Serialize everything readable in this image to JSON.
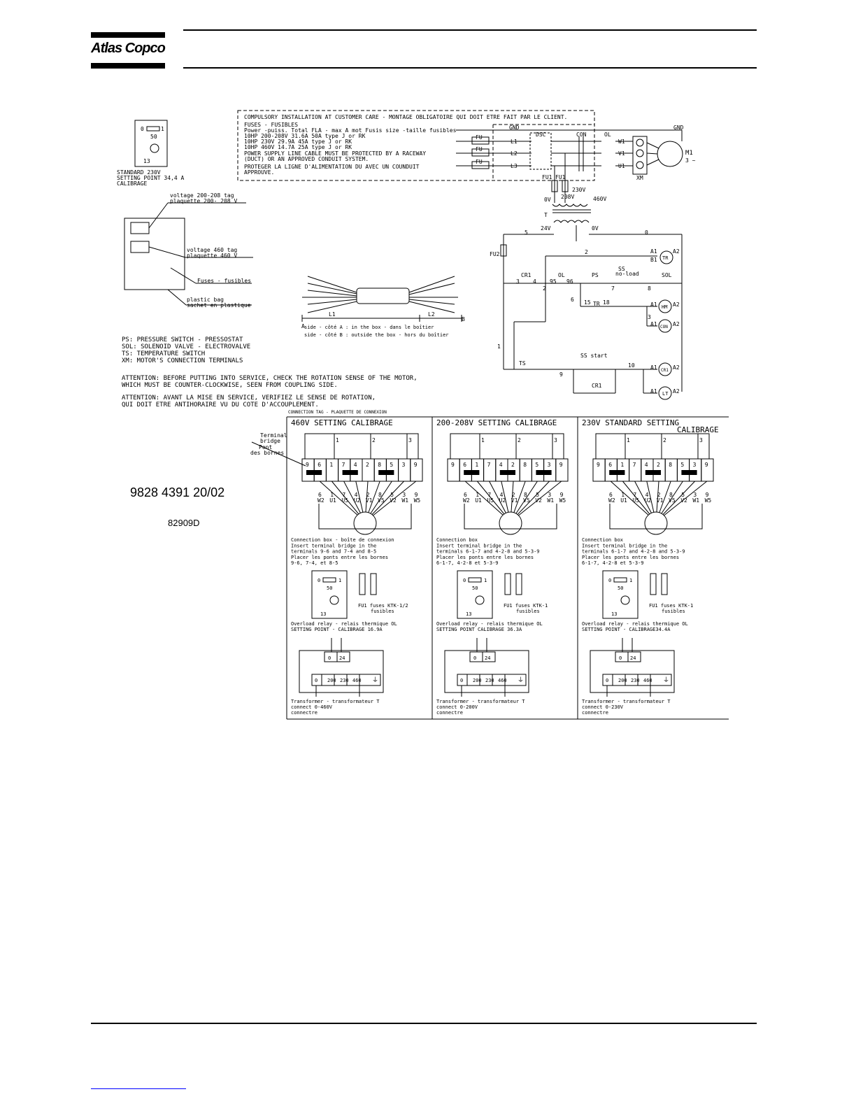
{
  "header": {
    "logo_text": "Atlas Copco"
  },
  "compulsory_box": {
    "lines": [
      "COMPULSORY INSTALLATION AT CUSTOMER CARE - MONTAGE OBLIGATOIRE QUI DOIT ETRE FAIT PAR LE CLIENT.",
      "FUSES - FUSIBLES",
      "Power -puiss.  Total FLA - max A mot      Fusis size -taille fusibles",
      "10HP  200-208V  31.6A                  50A  type  J  or  RK",
      "10HP    230V    29.9A                  45A  type  J  or  RK",
      "10HP    460V    14.7A                  25A  type  J  or  RK",
      "POWER SUPPLY LINE CABLE MUST BE PROTECTED BY A RACEWAY",
      "(DUCT) OR AN APPROVED CONDUIT SYSTEM.",
      "PROTEGER LA LIGNE D'ALIMENTATION DU AVEC UN COUNDUIT",
      "APPROUVE."
    ]
  },
  "relay_standard": [
    "STANDARD 230V",
    "SETTING POINT 34,4 A",
    "CALIBRAGE"
  ],
  "box_labels": {
    "tag200": [
      "voltage 200-208 tag",
      "plaquette 200- 208 V"
    ],
    "tag460": [
      "voltage 460 tag",
      "plaquette 460  V"
    ],
    "fuses": "Fuses - fusibles",
    "bag": [
      "plastic bag",
      "sachet en plastique"
    ]
  },
  "cable": {
    "l1": "L1",
    "l2": "L2",
    "a": "A",
    "b": "B",
    "side_a": "side - côté  A : in the box - dans le boîtier",
    "side_b": "side - côté  B : outside  the box -  hors du boîtier"
  },
  "legend": [
    "PS: PRESSURE SWITCH - PRESSOSTAT",
    "SOL: SOLENOID VALVE - ELECTROVALVE",
    "TS: TEMPERATURE SWITCH",
    "XM: MOTOR'S CONNECTION TERMINALS"
  ],
  "attention": [
    "ATTENTION:  BEFORE PUTTING INTO SERVICE, CHECK THE ROTATION SENSE OF THE MOTOR,",
    "WHICH MUST BE COUNTER-CLOCKWISE, SEEN FROM COUPLING SIDE.",
    "ATTENTION:  AVANT LA MISE EN SERVICE, VERIFIEZ  LE SENSE DE ROTATION,",
    "QUI DOIT ETRE ANTIHORAIRE VU DU COTE D'ACCOUPLEMENT."
  ],
  "schematic": {
    "gnd": "GND",
    "dsc": "DSC",
    "con": "CON",
    "ol": "OL",
    "fu": "FU",
    "l1": "L1",
    "l2": "L2",
    "l3": "L3",
    "w1": "W1",
    "v1": "V1",
    "u1": "U1",
    "xm": "XM",
    "m1": "M1",
    "m1_sub": "3 ~",
    "fu1": "FU1",
    "fu2": "FU2",
    "v230": "230V",
    "v208": "208V",
    "v0": "0V",
    "v460": "460V",
    "t": "T",
    "v24": "24V",
    "v0b": "0V",
    "n5": "5",
    "n0": "0",
    "n2": "2",
    "n3": "3",
    "n4": "4",
    "n6": "6",
    "n1": "1",
    "cr1": "CR1",
    "ps": "PS",
    "ss": "SS",
    "noload": "no-load",
    "sol": "SOL",
    "tr": "TR",
    "hm": "HM",
    "con_coil": "CON",
    "cr1_coil": "CR1",
    "lt": "LT",
    "ts": "TS",
    "ss_start": "SS start",
    "a1": "A1",
    "a2": "A2",
    "b1": "B1",
    "c95": "95",
    "c96": "96",
    "c15": "15",
    "c18": "18",
    "c7": "7",
    "c8": "8",
    "c9": "9",
    "c10": "10"
  },
  "connection_tag": "CONNECTION TAG - PLAQUETTE DE CONNEXION",
  "terminal_bridge": [
    "Terminal",
    "bridge",
    "Pont",
    "des bornes"
  ],
  "panels": [
    {
      "title": "460V  SETTING   CALIBRAGE",
      "terminals": [
        "9",
        "6",
        "1",
        "7",
        "4",
        "2",
        "8",
        "5",
        "3",
        "9"
      ],
      "wires": [
        "6 W2",
        "1 U1",
        "7 U5",
        "4 U2",
        "2 V1",
        "8 V5",
        "5 V2",
        "3 W1",
        "9 W5"
      ],
      "conn_text": [
        "Connection box - boîte de connexion",
        "Insert terminal bridge in the",
        "terminals 9-6 and 7-4 and 8-5",
        "Placer les ponts entre les bornes",
        "9-6, 7-4, et 8-5"
      ],
      "fuse_text": [
        "FU1 fuses KTK-1/2",
        "fusibles"
      ],
      "ol_text": [
        "Overload relay - relais thermique OL",
        "SETTING POINT - CALIBRAGE 16.9A"
      ],
      "tr_text": [
        "Transformer - transformateur T",
        "connect 0-460V",
        "connectre"
      ]
    },
    {
      "title": "200-208V  SETTING CALIBRAGE",
      "terminals": [
        "9",
        "6",
        "1",
        "7",
        "4",
        "2",
        "8",
        "5",
        "3",
        "9"
      ],
      "wires": [
        "6 W2",
        "1 U1",
        "7 U5",
        "4 U2",
        "2 V1",
        "8 V5",
        "5 V2",
        "3 W1",
        "9 W5"
      ],
      "conn_text": [
        "Connection box",
        "Insert terminal bridge in the",
        "terminals 6-1-7 and 4-2-8 and 5-3-9",
        "Placer les ponts entre les bornes",
        "6-1-7, 4-2-8 et 5-3-9"
      ],
      "fuse_text": [
        "FU1 fuses KTK-1",
        "fusibles"
      ],
      "ol_text": [
        "Overload relay - relais thermique OL",
        "SETTING POINT CALIBRAGE 36.3A"
      ],
      "tr_text": [
        "Transformer - transformateur T",
        "connect 0-200V",
        "connectre"
      ]
    },
    {
      "title": "230V STANDARD SETTING",
      "title2": "CALIBRAGE",
      "terminals": [
        "9",
        "6",
        "1",
        "7",
        "4",
        "2",
        "8",
        "5",
        "3",
        "9"
      ],
      "wires": [
        "6 W2",
        "1 U1",
        "7 U5",
        "4 U2",
        "2 V1",
        "8 V5",
        "5 V2",
        "3 W1",
        "9 W5"
      ],
      "conn_text": [
        "Connection box",
        "Insert terminal bridge in the",
        "terminals 6-1-7 and 4-2-8 and 5-3-9",
        "Placer les ponts entre les bornes",
        "6-1-7, 4-2-8 et 5-3-9"
      ],
      "fuse_text": [
        "FU1 fuses KTK-1",
        "fusibles"
      ],
      "ol_text": [
        "Overload relay - relais thermique OL",
        "SETTING POINT - CALIBRAGE34.4A"
      ],
      "tr_text": [
        "Transformer - transformateur T",
        "connect 0-230V",
        "connectre"
      ]
    }
  ],
  "relay_labels": {
    "zero": "0",
    "one": "1",
    "fifty": "50",
    "thirteen": "13"
  },
  "transformer_labels": {
    "t0": "0",
    "t24": "24",
    "b0": "0",
    "b200": "200",
    "b230": "230",
    "b460": "460"
  },
  "panel_numbers": {
    "n1": "1",
    "n2": "2",
    "n3": "3"
  },
  "doc_number": "9828 4391 20/02",
  "doc_code": "82909D"
}
